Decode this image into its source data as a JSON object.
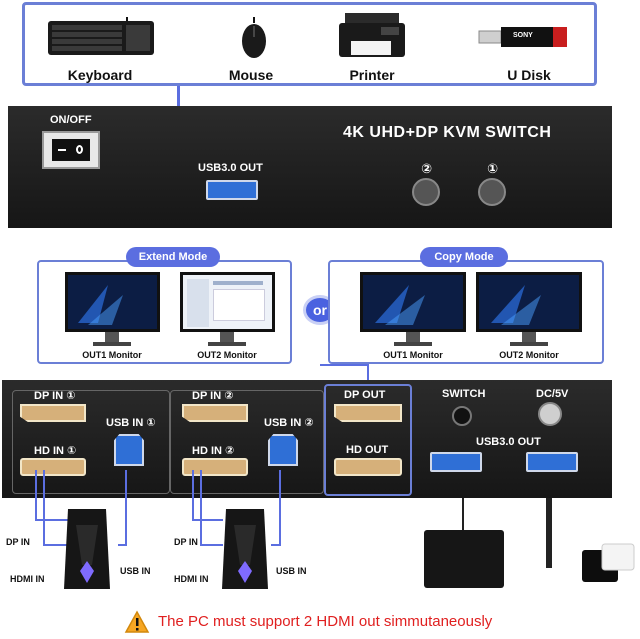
{
  "devices": [
    {
      "label": "Keyboard",
      "icon": "keyboard-icon"
    },
    {
      "label": "Mouse",
      "icon": "mouse-icon"
    },
    {
      "label": "Printer",
      "icon": "printer-icon"
    },
    {
      "label": "U Disk",
      "icon": "usb-drive-icon",
      "brand": "SONY"
    }
  ],
  "front_panel": {
    "power_label": "ON/OFF",
    "title": "4K UHD+DP KVM SWITCH",
    "usb_out_label": "USB3.0 OUT",
    "button_2": "②",
    "button_1": "①"
  },
  "modes": {
    "extend": {
      "label": "Extend Mode",
      "monitor1": "OUT1 Monitor",
      "monitor2": "OUT2 Monitor"
    },
    "or_label": "or",
    "copy": {
      "label": "Copy Mode",
      "monitor1": "OUT1 Monitor",
      "monitor2": "OUT2 Monitor"
    }
  },
  "rear_panel": {
    "pc1": {
      "dp": "DP IN ①",
      "hd": "HD IN ①",
      "usb": "USB IN ①"
    },
    "pc2": {
      "dp": "DP IN ②",
      "hd": "HD IN ②",
      "usb": "USB IN ②"
    },
    "out": {
      "dp": "DP OUT",
      "hd": "HD OUT"
    },
    "switch": "SWITCH",
    "dc": "DC/5V",
    "usb3_out": "USB3.0 OUT"
  },
  "cables": {
    "pc1": {
      "dp": "DP IN",
      "hdmi": "HDMI IN",
      "usb": "USB IN"
    },
    "pc2": {
      "dp": "DP IN",
      "hdmi": "HDMI IN",
      "usb": "USB IN"
    }
  },
  "notice": {
    "text": "The PC must support 2 HDMI out simmutaneously",
    "color": "#e02020"
  },
  "colors": {
    "accent": "#5b6ee0",
    "panel": "#1f1f1f",
    "port_gold": "#d6b07a",
    "port_usb": "#2f6fd6"
  }
}
